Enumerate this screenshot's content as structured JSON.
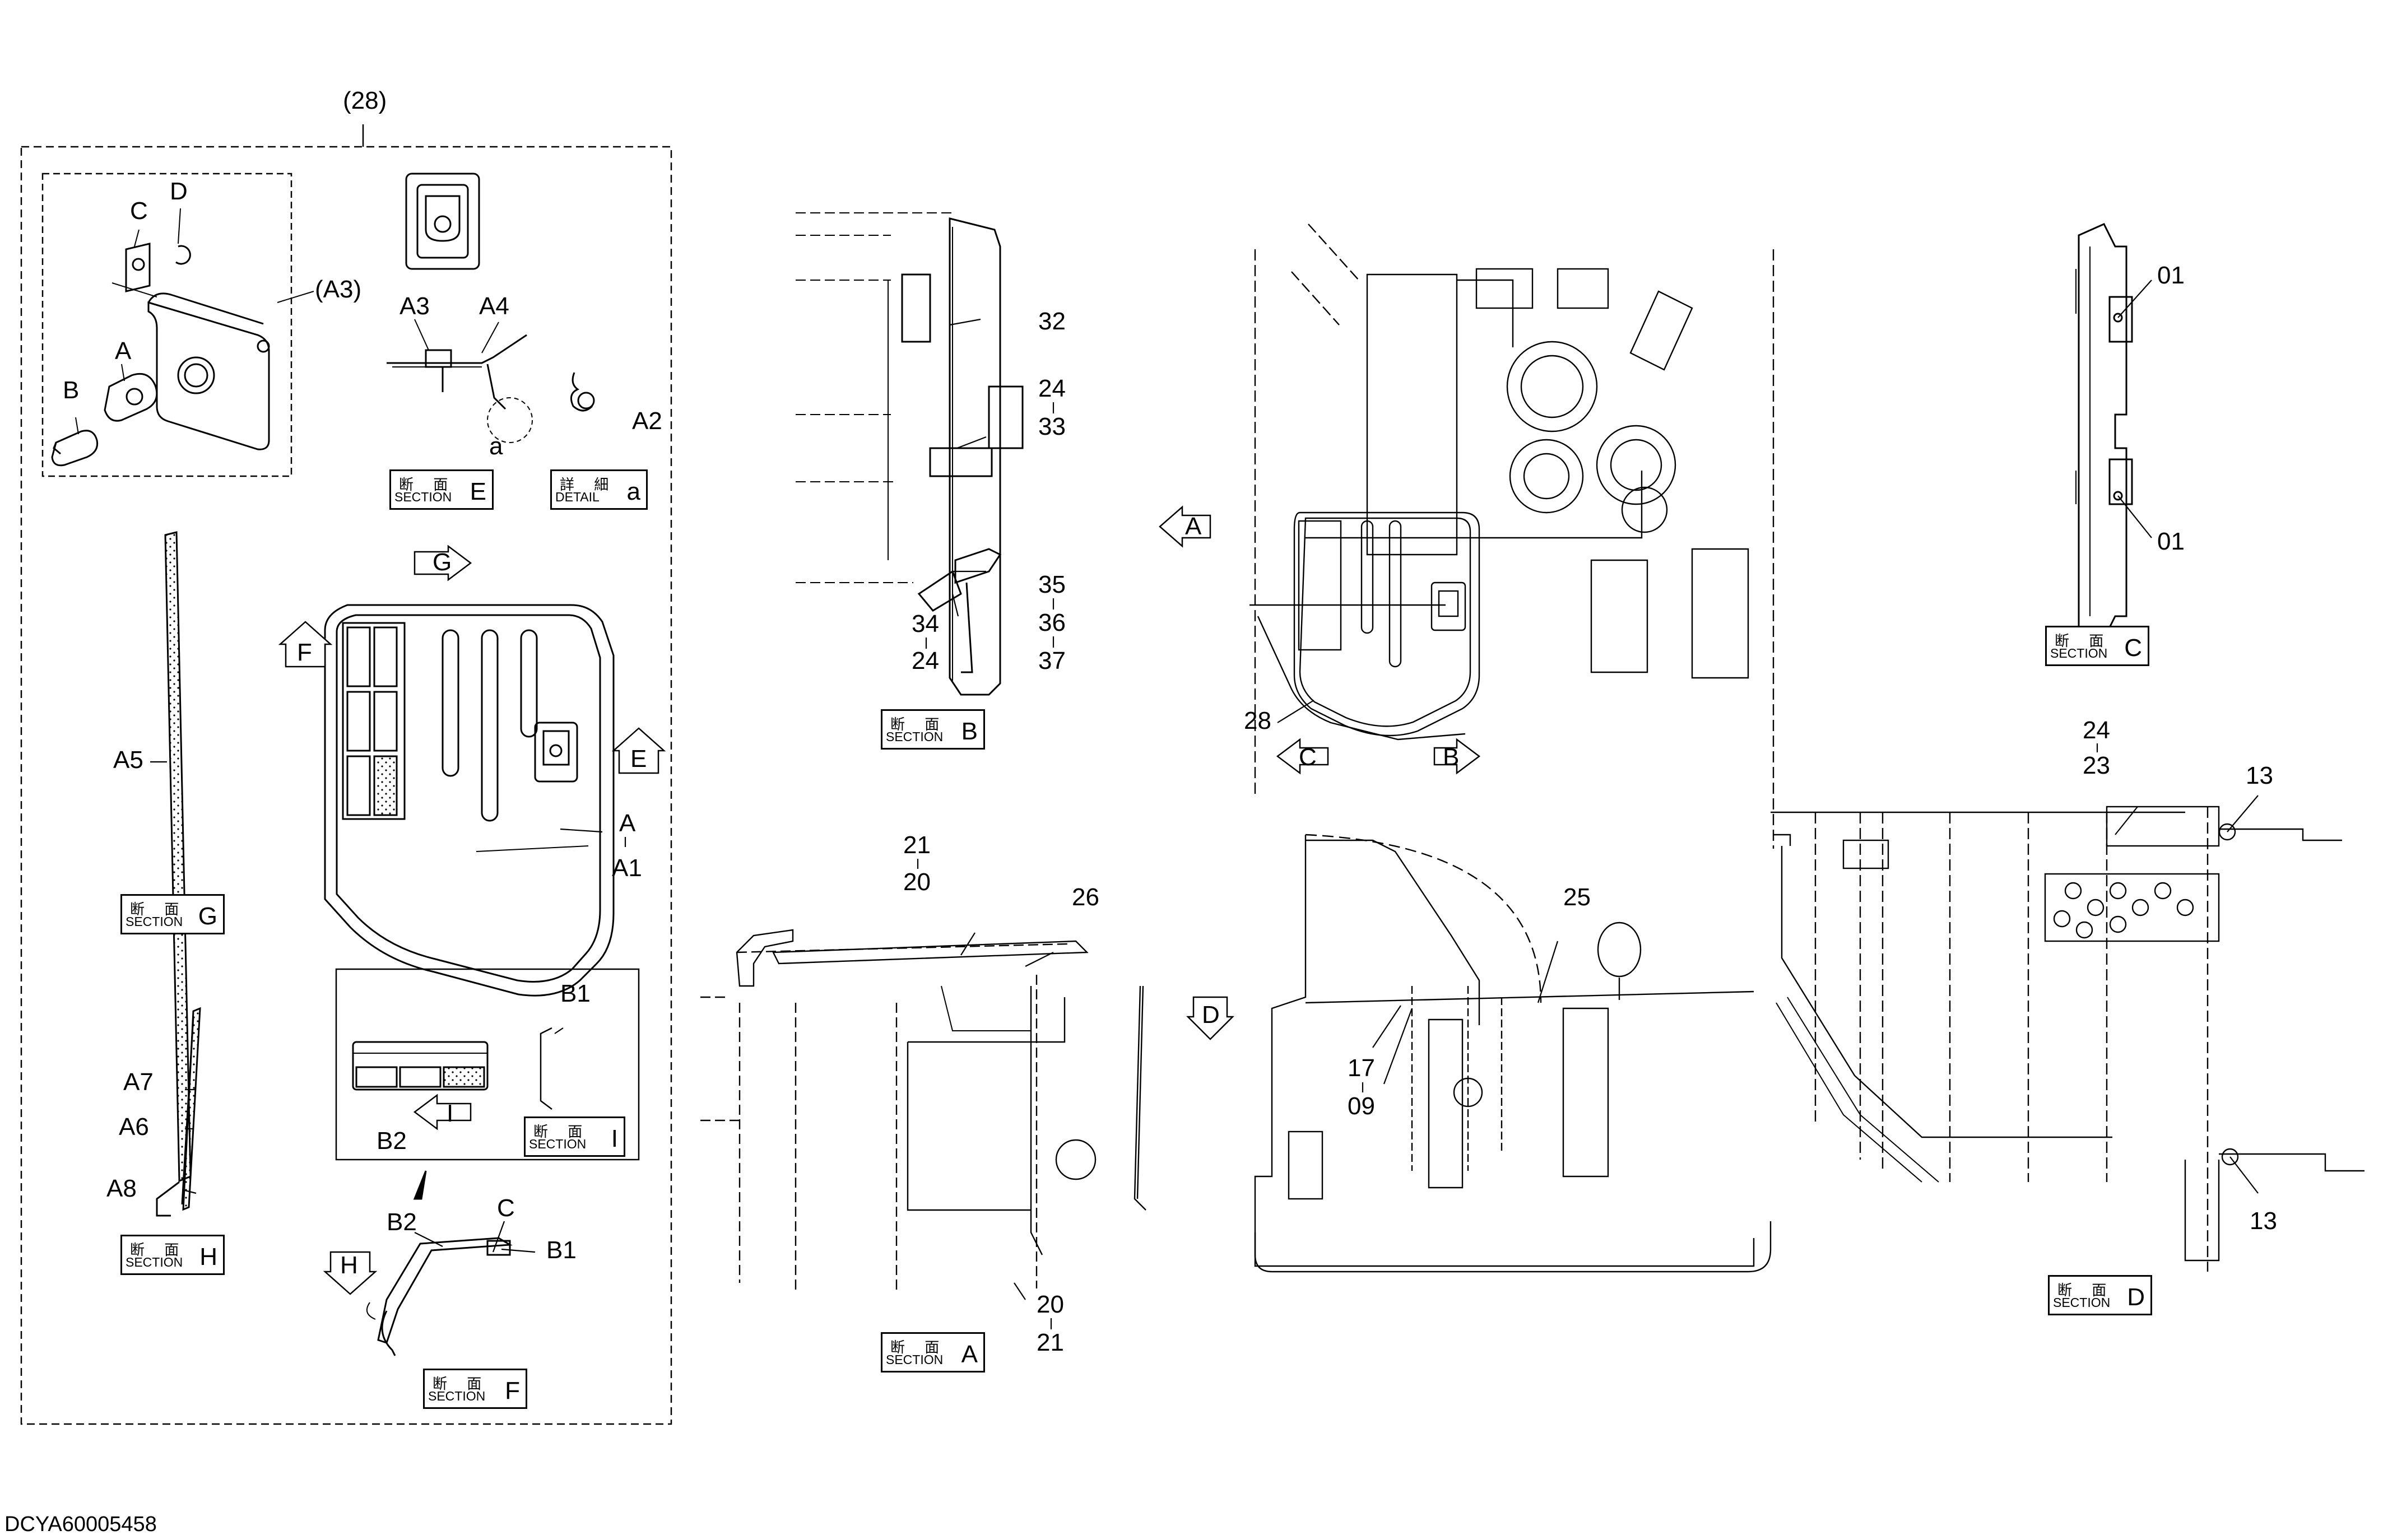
{
  "drawing_code": "DCYA60005458",
  "group_label": "(28)",
  "callouts": {
    "C": "C",
    "D": "D",
    "A3p": "(A3)",
    "B": "B",
    "A": "A",
    "A3": "A3",
    "A4": "A4",
    "A2": "A2",
    "a": "a",
    "A5": "A5",
    "A_E": "A",
    "A1": "A1",
    "A7": "A7",
    "A6": "A6",
    "A8": "A8",
    "B1": "B1",
    "B2": "B2",
    "B2f": "B2",
    "Cf": "C",
    "B1f": "B1",
    "n32": "32",
    "n24a": "24",
    "n33": "33",
    "n35": "35",
    "n36": "36",
    "n37": "37",
    "n34": "34",
    "n24b": "24",
    "n01a": "01",
    "n01b": "01",
    "n28": "28",
    "n21a": "21",
    "n20a": "20",
    "n26": "26",
    "n20b": "20",
    "n21b": "21",
    "n25": "25",
    "n17": "17",
    "n09": "09",
    "n24c": "24",
    "n23": "23",
    "n13a": "13",
    "n13b": "13"
  },
  "tags": {
    "kanji_section": "断 面",
    "kanji_detail": "詳 細",
    "word_section": "SECTION",
    "word_detail": "DETAIL",
    "E": "E",
    "a": "a",
    "G": "G",
    "H": "H",
    "I": "I",
    "F": "F",
    "B": "B",
    "C": "C",
    "A": "A",
    "D": "D"
  },
  "view_arrows": {
    "G": "G",
    "F": "F",
    "E": "E",
    "I": "I",
    "H": "H",
    "A": "A",
    "C": "C",
    "B": "B",
    "D": "D"
  }
}
